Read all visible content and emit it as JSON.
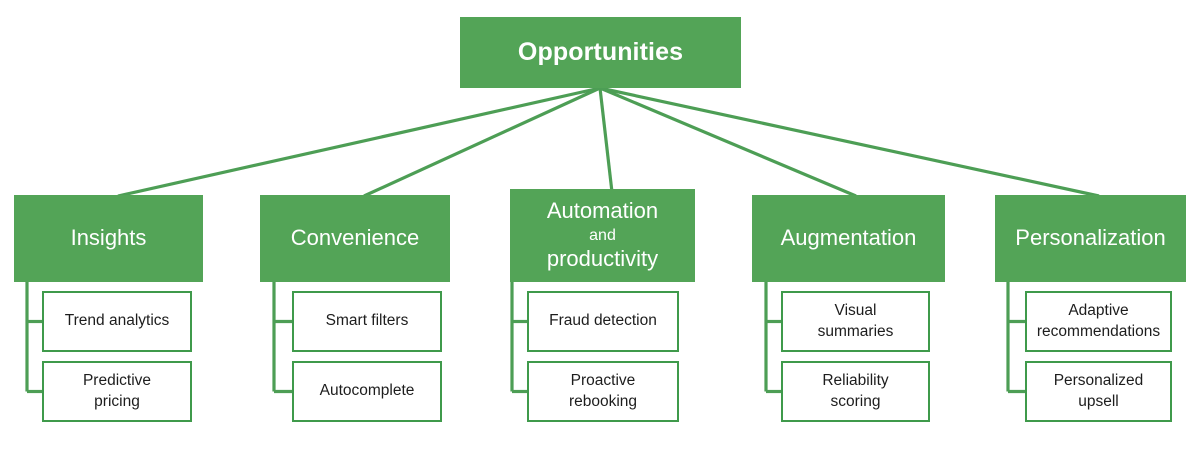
{
  "diagram": {
    "title": "Opportunities",
    "type": "tree-hierarchy-chart",
    "colors": {
      "node_fill_green": "#53a457",
      "leaf_border_green": "#3f9a4b",
      "connector_green": "#4d9e55",
      "node_text": "#ffffff",
      "leaf_text": "#1d1d1d",
      "background": "#ffffff"
    },
    "root": {
      "label": "Opportunities"
    },
    "branches": [
      {
        "label": "Insights",
        "label_lines": [
          "Insights"
        ],
        "leaves": [
          {
            "label": "Trend analytics",
            "lines": [
              "Trend analytics"
            ]
          },
          {
            "label": "Predictive pricing",
            "lines": [
              "Predictive",
              "pricing"
            ]
          }
        ]
      },
      {
        "label": "Convenience",
        "label_lines": [
          "Convenience"
        ],
        "leaves": [
          {
            "label": "Smart filters",
            "lines": [
              "Smart filters"
            ]
          },
          {
            "label": "Autocomplete",
            "lines": [
              "Autocomplete"
            ]
          }
        ]
      },
      {
        "label": "Automation and productivity",
        "label_lines": [
          "Automation",
          "and",
          "productivity"
        ],
        "leaves": [
          {
            "label": "Fraud detection",
            "lines": [
              "Fraud detection"
            ]
          },
          {
            "label": "Proactive rebooking",
            "lines": [
              "Proactive",
              "rebooking"
            ]
          }
        ]
      },
      {
        "label": "Augmentation",
        "label_lines": [
          "Augmentation"
        ],
        "leaves": [
          {
            "label": "Visual summaries",
            "lines": [
              "Visual",
              "summaries"
            ]
          },
          {
            "label": "Reliability scoring",
            "lines": [
              "Reliability",
              "scoring"
            ]
          }
        ]
      },
      {
        "label": "Personalization",
        "label_lines": [
          "Personalization"
        ],
        "leaves": [
          {
            "label": "Adaptive recommendations",
            "lines": [
              "Adaptive",
              "recommendations"
            ]
          },
          {
            "label": "Personalized upsell",
            "lines": [
              "Personalized",
              "upsell"
            ]
          }
        ]
      }
    ]
  }
}
